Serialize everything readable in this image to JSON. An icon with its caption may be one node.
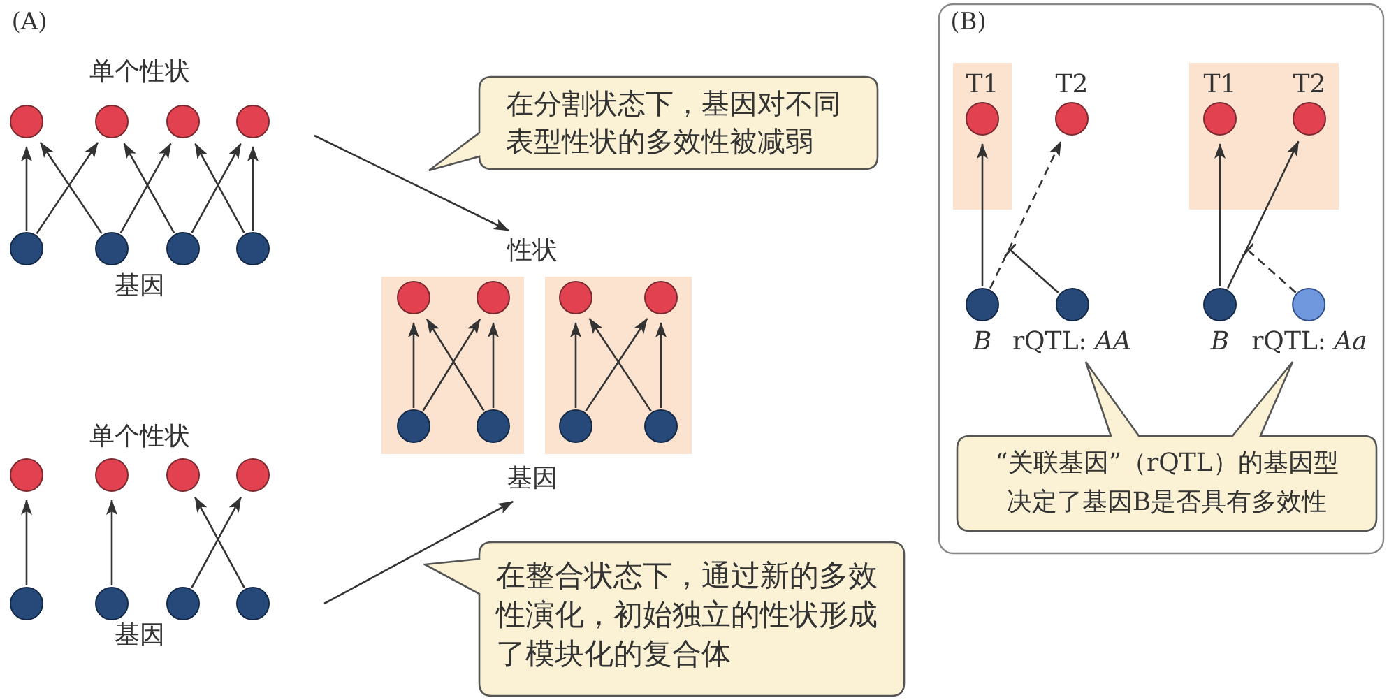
{
  "diagram": {
    "nodes": [
      {
        "text": [],
        "shape": "circle"
      },
      {
        "text": [],
        "shape": "circle"
      },
      {
        "text": [],
        "shape": "circle"
      },
      {
        "text": [],
        "shape": "circle"
      },
      {
        "text": [],
        "shape": "circle"
      },
      {
        "text": [],
        "shape": "circle"
      },
      {
        "text": [],
        "shape": "circle"
      },
      {
        "text": [],
        "shape": "circle"
      },
      {
        "text": [
          "在分割状态下，基因对不同表型性状的多效性被减弱"
        ]
      },
      {
        "text": [
          "性状"
        ]
      },
      {
        "text": [],
        "shape": "box"
      },
      {
        "text": [],
        "shape": "box"
      },
      {
        "text": [],
        "shape": "circle",
        "in": 10
      },
      {
        "text": [],
        "shape": "circle",
        "in": 10
      },
      {
        "text": [],
        "shape": "circle",
        "in": 10
      },
      {
        "text": [],
        "shape": "circle",
        "in": 10
      },
      {
        "text": [],
        "shape": "circle",
        "in": 11
      },
      {
        "text": [],
        "shape": "circle",
        "in": 11
      },
      {
        "text": [],
        "shape": "circle",
        "in": 11
      },
      {
        "text": [],
        "shape": "circle",
        "in": 11
      },
      {
        "text": [
          "基因"
        ]
      },
      {
        "text": [],
        "shape": "circle"
      },
      {
        "text": [],
        "shape": "circle"
      },
      {
        "text": [],
        "shape": "circle"
      },
      {
        "text": [],
        "shape": "circle"
      },
      {
        "text": [],
        "shape": "circle"
      },
      {
        "text": [],
        "shape": "circle"
      },
      {
        "text": [],
        "shape": "circle"
      },
      {
        "text": [],
        "shape": "circle"
      },
      {
        "text": [
          "在整合状态下，通过新的多效性演化，初始独立的性状形成了模块化的复合体"
        ]
      },
      {
        "text": [],
        "shape": "box"
      },
      {
        "text": [
          "T1"
        ],
        "in": 30
      },
      {
        "text": [
          "T2"
        ]
      },
      {
        "text": [],
        "shape": "box"
      },
      {
        "text": [
          "T1"
        ],
        "in": 33
      },
      {
        "text": [
          "T2"
        ],
        "in": 33
      },
      {
        "text": [
          "B"
        ]
      },
      {
        "text": [
          "rQTL: *AA*"
        ]
      },
      {
        "text": [
          "B"
        ]
      },
      {
        "text": [
          "rQTL: *Aa*"
        ]
      },
      {
        "text": [
          "“关联基因”（rQTL）的基因型决定了基因B是否具有多效性"
        ]
      }
    ],
    "edges": [
      {
        "from": 4,
        "to": 0,
        "arrow": "to"
      },
      {
        "from": 4,
        "to": 1,
        "arrow": "to"
      },
      {
        "from": 5,
        "to": 0,
        "arrow": "to"
      },
      {
        "from": 5,
        "to": 2,
        "arrow": "to"
      },
      {
        "from": 6,
        "to": 1,
        "arrow": "to"
      },
      {
        "from": 6,
        "to": 3,
        "arrow": "to"
      },
      {
        "from": 7,
        "to": 2,
        "arrow": "to"
      },
      {
        "from": 7,
        "to": 3,
        "arrow": "to"
      },
      {
        "from": 14,
        "to": 12,
        "arrow": "to"
      },
      {
        "from": 14,
        "to": 13,
        "arrow": "to"
      },
      {
        "from": 15,
        "to": 12,
        "arrow": "to"
      },
      {
        "from": 15,
        "to": 13,
        "arrow": "to"
      },
      {
        "from": 18,
        "to": 16,
        "arrow": "to"
      },
      {
        "from": 18,
        "to": 17,
        "arrow": "to"
      },
      {
        "from": 19,
        "to": 16,
        "arrow": "to"
      },
      {
        "from": 19,
        "to": 17,
        "arrow": "to"
      },
      {
        "from": null,
        "to": 9,
        "arrow": "to"
      },
      {
        "from": 25,
        "to": 21,
        "arrow": "to"
      },
      {
        "from": 26,
        "to": 22,
        "arrow": "to"
      },
      {
        "from": 27,
        "to": 24,
        "arrow": "to"
      },
      {
        "from": 28,
        "to": 23,
        "arrow": "to"
      },
      {
        "from": null,
        "to": 20,
        "arrow": "to"
      },
      {
        "from": 36,
        "to": 31,
        "arrow": "to"
      },
      {
        "from": 36,
        "to": 32,
        "arrow": "to",
        "style": "dashed"
      },
      {
        "from": 37,
        "to": null,
        "arrow": "other"
      },
      {
        "from": 38,
        "to": 34,
        "arrow": "to"
      },
      {
        "from": 38,
        "to": 35,
        "arrow": "to"
      },
      {
        "from": 39,
        "to": null,
        "arrow": "other",
        "style": "dashed"
      }
    ],
    "labels": [
      "(A)",
      "单个性状",
      "基因",
      "单个性状",
      "基因",
      "(B)"
    ]
  }
}
